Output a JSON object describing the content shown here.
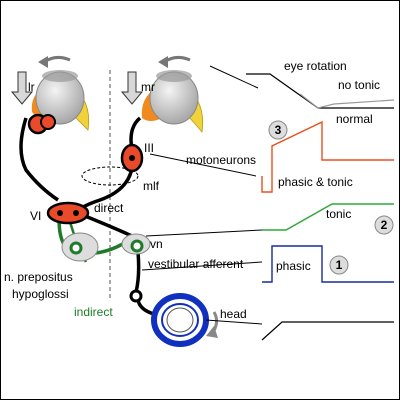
{
  "labels": {
    "lr": "lr",
    "mr": "mr",
    "III": "III",
    "mlf": "mlf",
    "VI": "VI",
    "direct": "direct",
    "vn": "vn",
    "vestibular_afferent": "vestibular afferent",
    "n_prepositus_1": "n. prepositus",
    "n_prepositus_2": "hypoglossi",
    "indirect": "indirect",
    "head": "head",
    "eye_rotation": "eye rotation",
    "no_tonic": "no tonic",
    "normal": "normal",
    "motoneurons": "motoneurons",
    "phasic_tonic": "phasic & tonic",
    "tonic": "tonic",
    "phasic": "phasic",
    "badge_1": "1",
    "badge_2": "2",
    "badge_3": "3"
  },
  "colors": {
    "motoneuron_trace": "#e8501e",
    "tonic_trace": "#2ea836",
    "phasic_trace": "#1a2a9a",
    "indirect_path": "#1f7a2a",
    "canal": "#1030c0",
    "nucleus_fill": "#e84a2a",
    "eye_grey": "#cfcfcf",
    "muscle_yellow": "#f2d23a",
    "muscle_orange": "#f08a1e"
  },
  "icons": [
    "left-eye-icon",
    "right-eye-icon",
    "rotation-arrow-icon",
    "down-arrow-icon",
    "semicircular-canal-icon"
  ]
}
